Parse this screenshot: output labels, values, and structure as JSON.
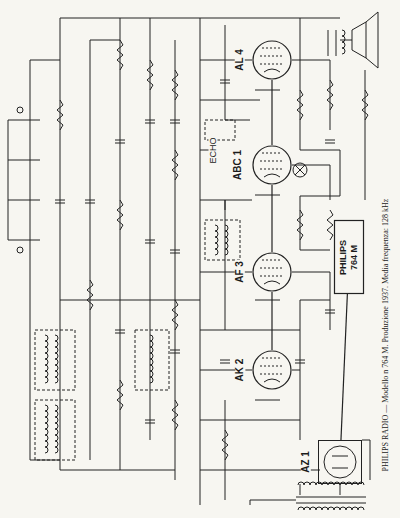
{
  "diagram": {
    "title": "PHILIPS RADIO — Modello n 764 M. Produzione 1937. Media frequenza: 128 kHz",
    "nodes": [
      {
        "text": [
          "AL 4"
        ]
      },
      {
        "text": [
          "ABC 1"
        ]
      },
      {
        "text": [
          "AF 3"
        ]
      },
      {
        "text": [
          "AK 2"
        ]
      },
      {
        "text": [
          "AZ 1"
        ]
      },
      {
        "text": [
          "PHILIPS",
          "764 M"
        ]
      }
    ],
    "edges": [
      {
        "from": 3,
        "to": 2,
        "arrow": "none"
      },
      {
        "from": 2,
        "to": 1,
        "arrow": "none"
      },
      {
        "from": 1,
        "to": 0,
        "arrow": "none"
      },
      {
        "from": 4,
        "to": 5,
        "arrow": "none"
      }
    ],
    "labels": [
      "ECHO"
    ]
  }
}
